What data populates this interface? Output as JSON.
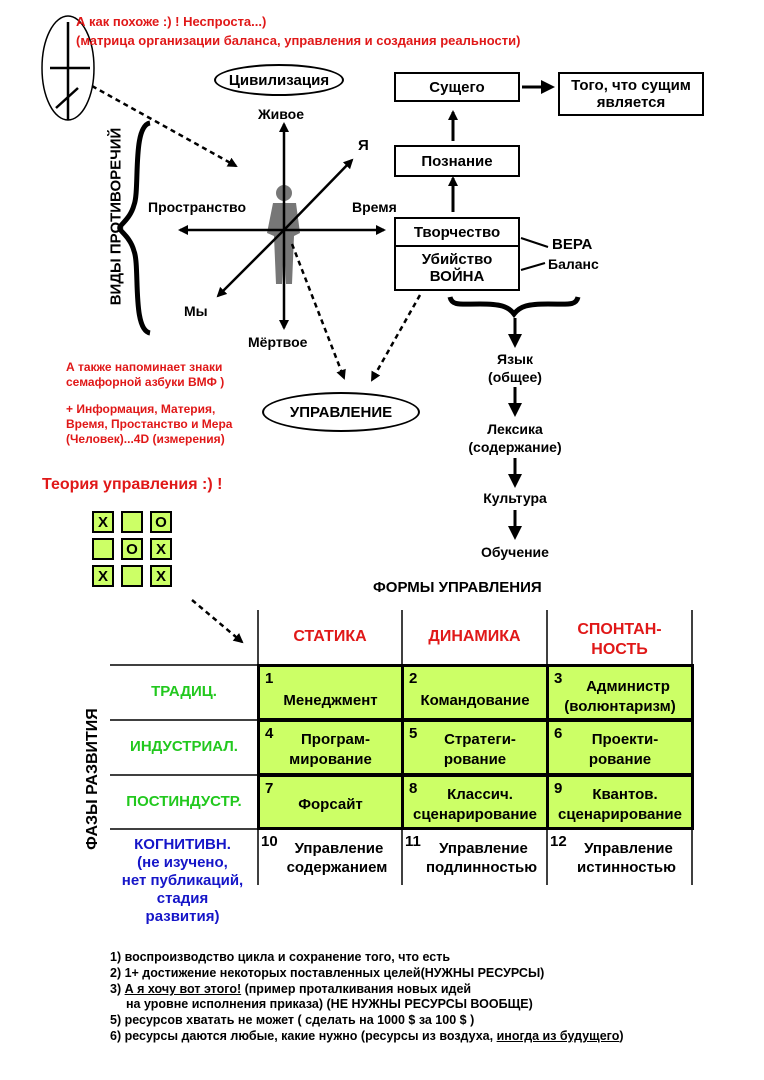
{
  "header": {
    "note_line1": "А как похоже :) ! Неспроста...)",
    "note_line2": "(матрица организации баланса, управления и создания реальности)"
  },
  "top": {
    "civilization": "Цивилизация",
    "alive": "Живое",
    "space": "Пространство",
    "time": "Время",
    "i": "Я",
    "we": "Мы",
    "dead": "Мёртвое",
    "vertical_label": "ВИДЫ ПРОТИВОРЕЧИЙ",
    "management": "УПРАВЛЕНИЕ",
    "semaphore_line1": "А также напоминает знаки",
    "semaphore_line2": "семафорной азбуки ВМФ )",
    "info_line1": "+ Информация, Материя,",
    "info_line2": "Время, Простанство и Мера",
    "info_line3": "(Человек)...4D (измерения)"
  },
  "flow": {
    "essence": "Сущего",
    "what_is": "Того, что сущим является",
    "cognition": "Познание",
    "creativity": "Творчество",
    "killing_line1": "Убийство",
    "killing_line2": "ВОЙНА",
    "faith": "ВЕРА",
    "balance": "Баланс",
    "language_line1": "Язык",
    "language_line2": "(общее)",
    "lexicon_line1": "Лексика",
    "lexicon_line2": "(содержание)",
    "culture": "Культура",
    "learning": "Обучение"
  },
  "theory": {
    "title": "Теория управления :) !",
    "board": [
      "X",
      "",
      "O",
      "",
      "O",
      "X",
      "X",
      "",
      "X"
    ]
  },
  "table": {
    "title": "ФОРМЫ УПРАВЛЕНИЯ",
    "phase_label": "ФАЗЫ РАЗВИТИЯ",
    "col1": "СТАТИКА",
    "col2": "ДИНАМИКА",
    "col3_line1": "СПОНТАН-",
    "col3_line2": "НОСТЬ",
    "row1": "ТРАДИЦ.",
    "row2": "ИНДУСТРИАЛ.",
    "row3": "ПОСТИНДУСТР.",
    "row4_line1": "КОГНИТИВН.",
    "row4_line2": "(не изучено,",
    "row4_line3": "нет публикаций,",
    "row4_line4": "стадия",
    "row4_line5": "развития)",
    "cells": [
      {
        "num": "1",
        "line1": "Менеджмент",
        "line2": ""
      },
      {
        "num": "2",
        "line1": "Командование",
        "line2": ""
      },
      {
        "num": "3",
        "line1": "Администр",
        "line2": "(волюнтаризм)"
      },
      {
        "num": "4",
        "line1": "Програм-",
        "line2": "мирование"
      },
      {
        "num": "5",
        "line1": "Стратеги-",
        "line2": "рование"
      },
      {
        "num": "6",
        "line1": "Проекти-",
        "line2": "рование"
      },
      {
        "num": "7",
        "line1": "Форсайт",
        "line2": ""
      },
      {
        "num": "8",
        "line1": "Классич.",
        "line2": "сценарирование"
      },
      {
        "num": "9",
        "line1": "Квантов.",
        "line2": "сценарирование"
      },
      {
        "num": "10",
        "line1": "Управление",
        "line2": "содержанием"
      },
      {
        "num": "11",
        "line1": "Управление",
        "line2": "подлинностью"
      },
      {
        "num": "12",
        "line1": "Управление",
        "line2": "истинностью"
      }
    ]
  },
  "notes": {
    "n1": "1) воспроизводство цикла и сохранение того, что есть",
    "n2": "2) 1+ достижение некоторых поставленных целей(НУЖНЫ РЕСУРСЫ)",
    "n3_prefix": "3) ",
    "n3_underlined": "А я хочу вот этого!",
    "n3_rest": " (пример проталкивания новых идей",
    "n3_cont": "на уровне исполнения приказа) (НЕ НУЖНЫ РЕСУРСЫ ВООБЩЕ)",
    "n5": "5) ресурсов хватать не может ( сделать на 1000 $ за 100 $ )",
    "n6_prefix": "6) ресурсы даются любые, какие нужно (ресурсы из воздуха, ",
    "n6_underlined": "иногда из будущего",
    "n6_suffix": ")"
  }
}
